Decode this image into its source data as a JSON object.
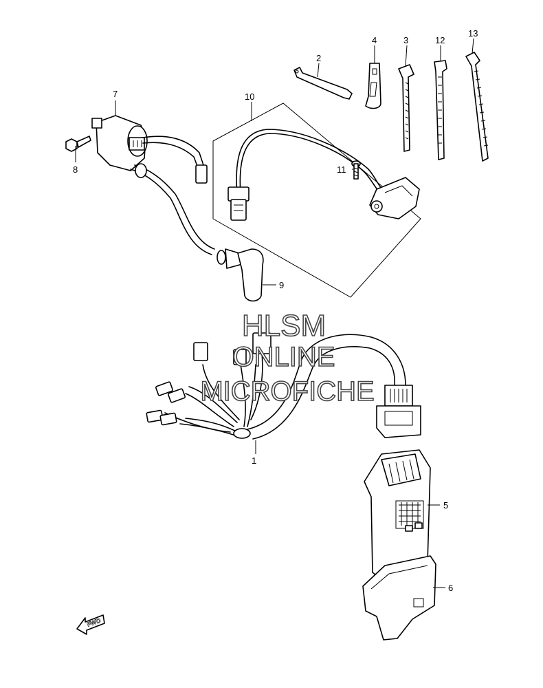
{
  "diagram": {
    "callouts": [
      {
        "id": "1"
      },
      {
        "id": "2"
      },
      {
        "id": "3"
      },
      {
        "id": "4"
      },
      {
        "id": "5"
      },
      {
        "id": "6"
      },
      {
        "id": "7"
      },
      {
        "id": "8"
      },
      {
        "id": "9"
      },
      {
        "id": "10"
      },
      {
        "id": "11"
      },
      {
        "id": "12"
      },
      {
        "id": "13"
      }
    ],
    "watermark": {
      "line1": "HLSM",
      "line2": "ONLINE",
      "line3": "MICROFICHE"
    },
    "fwd_label": "FWD"
  }
}
